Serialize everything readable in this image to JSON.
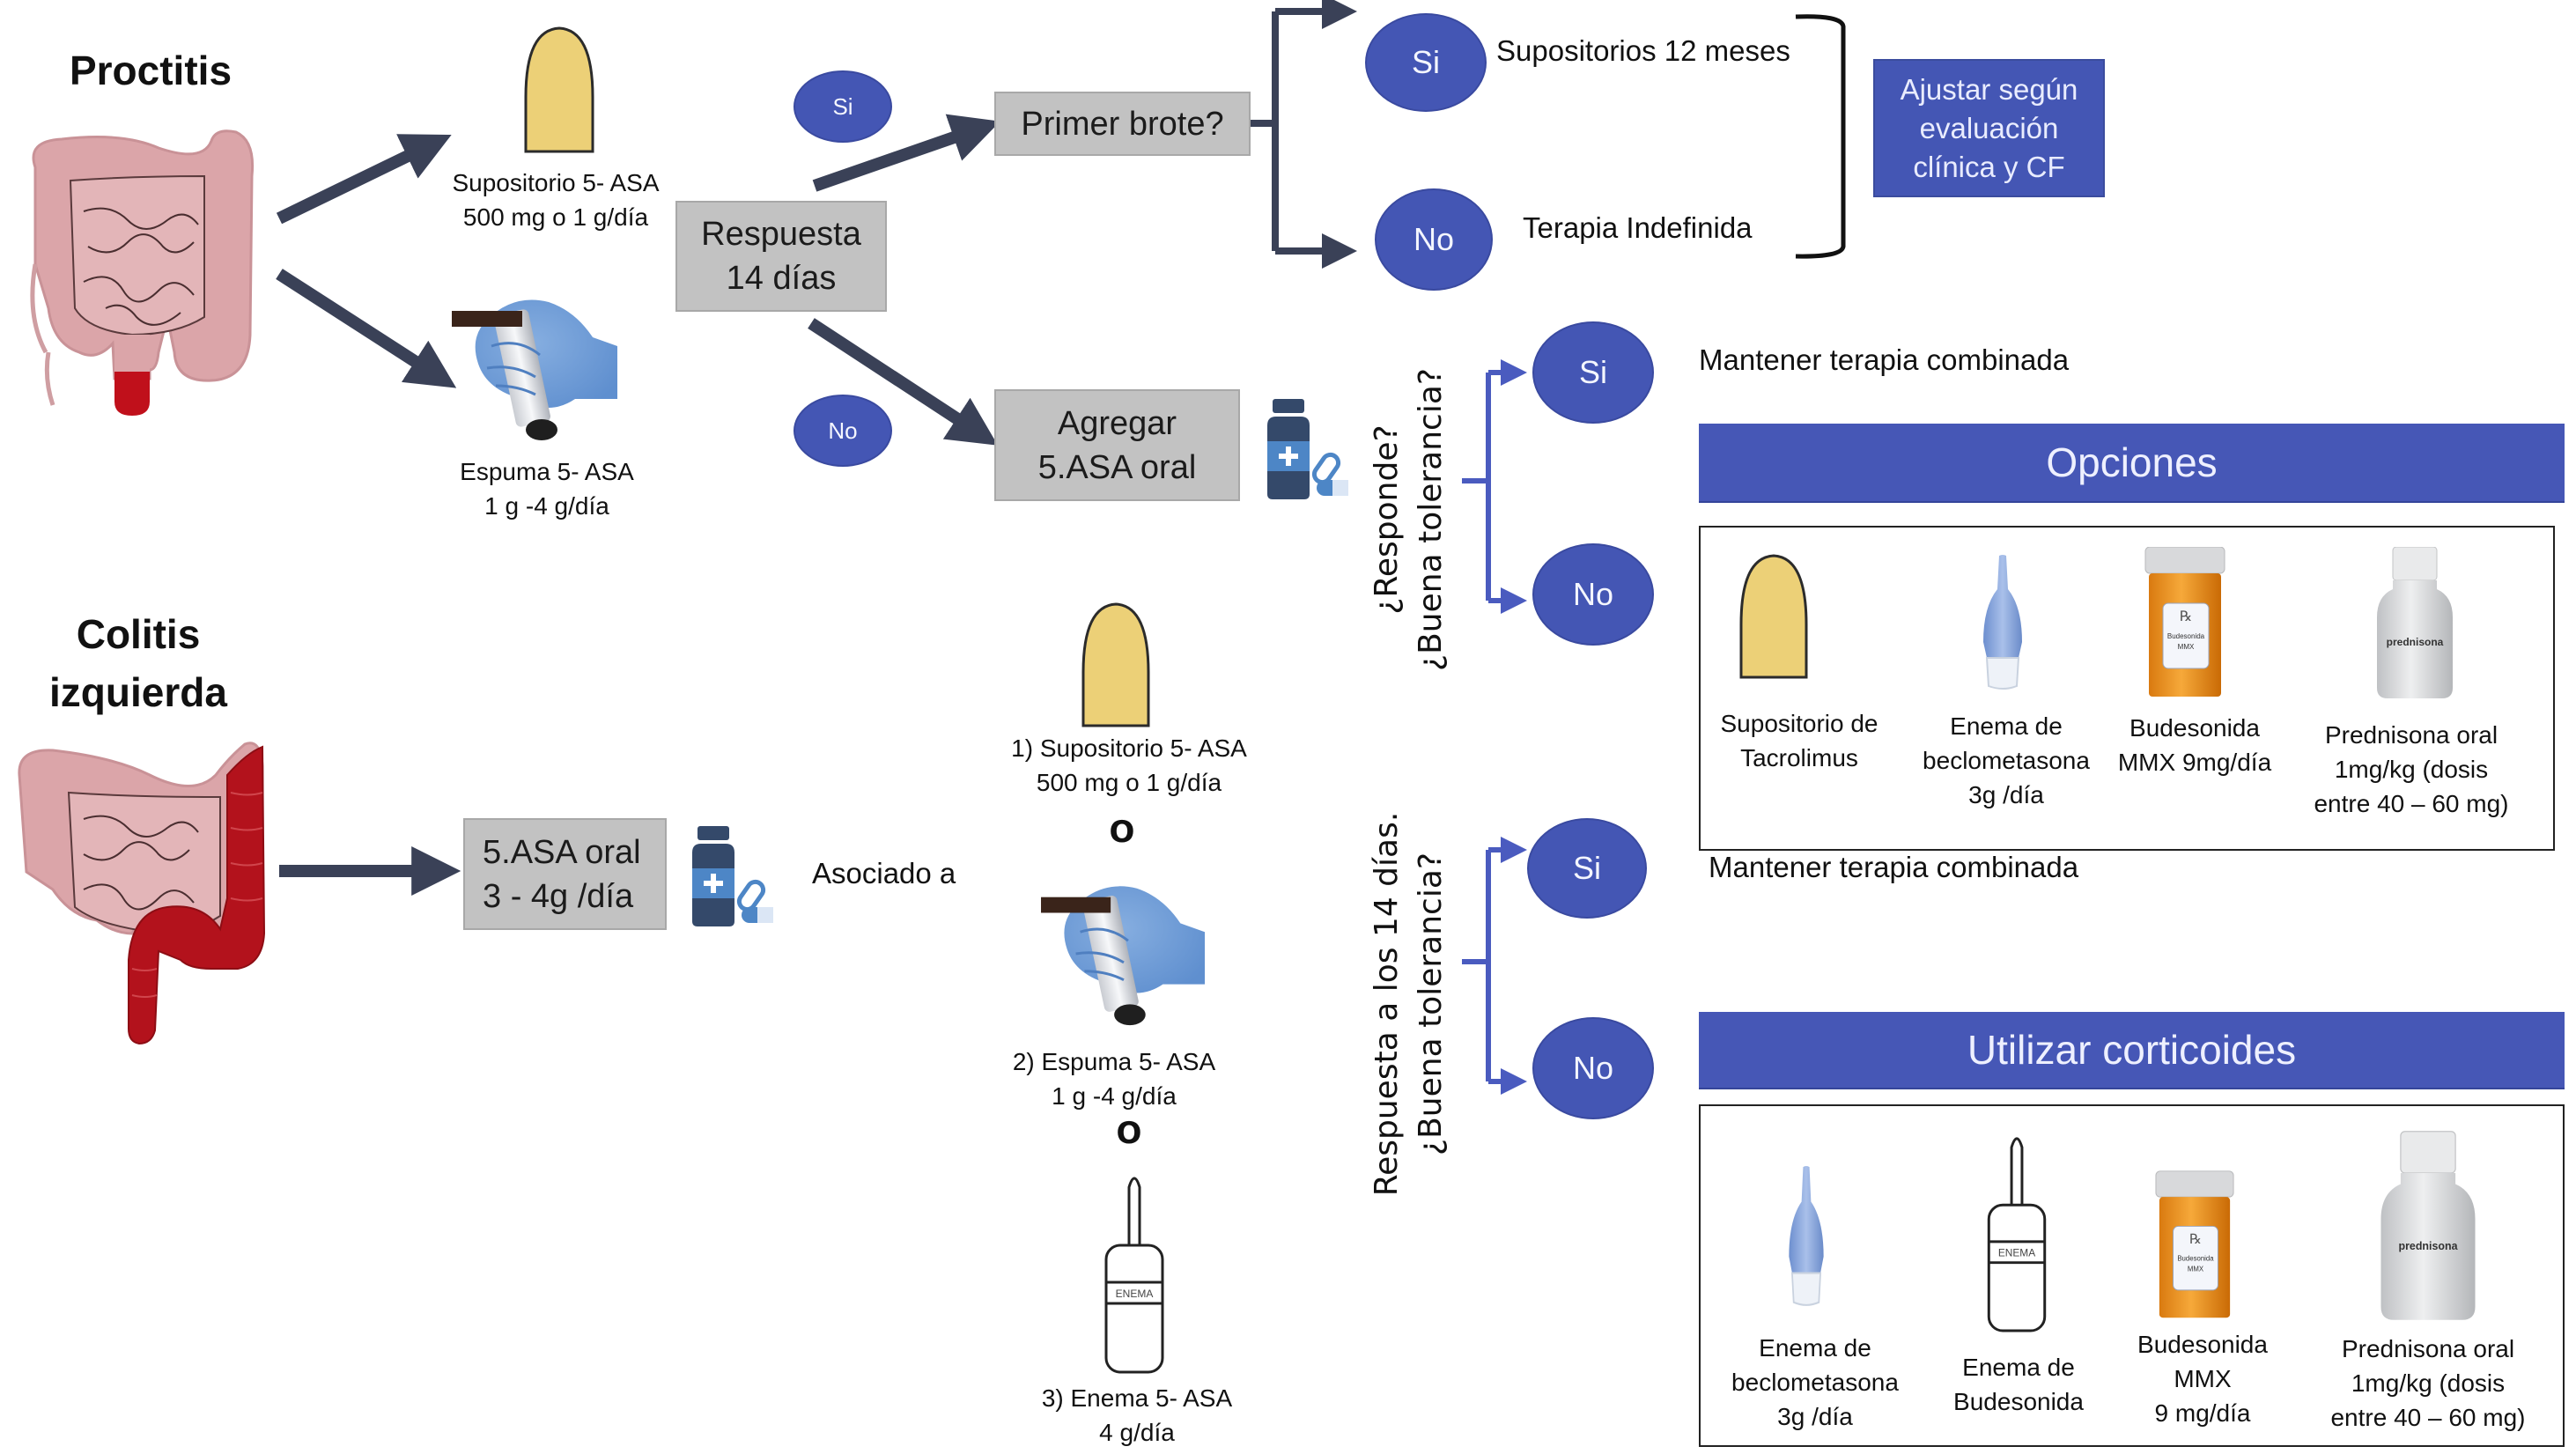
{
  "colors": {
    "node_blue": "#4456b4",
    "band_blue": "#4657b6",
    "gray_box": "#c2c2c2",
    "arrow_dark": "#3a4157",
    "bracket_blue": "#4a5bbf",
    "suppository_yellow": "#ecd077",
    "colon_pink": "#dca4a8",
    "inflamed_red": "#b3121c"
  },
  "proctitis": {
    "title": "Proctitis",
    "options": [
      {
        "icon": "suppository-icon",
        "line1": "Supositorio  5- ASA",
        "line2": "500 mg o 1 g/día"
      },
      {
        "icon": "foam-applicator-icon",
        "line1": "Espuma  5- ASA",
        "line2": "1 g -4 g/día"
      }
    ],
    "response_box": {
      "line1": "Respuesta",
      "line2": "14 días"
    },
    "yes_label": "Si",
    "no_label": "No",
    "first_flare_box": "Primer brote?",
    "first_flare_yes": {
      "label": "Si",
      "text": "Supositorios 12 meses"
    },
    "first_flare_no": {
      "label": "No",
      "text": "Terapia Indefinida"
    },
    "adjust_box": {
      "line1": "Ajustar según",
      "line2": "evaluación",
      "line3": "clínica y CF"
    },
    "add_box": {
      "line1": "Agregar",
      "line2": "5.ASA oral"
    },
    "question": {
      "line1": "¿Responde?",
      "line2": "¿Buena tolerancia?"
    },
    "q_yes": {
      "label": "Si",
      "text": "Mantener terapia combinada"
    },
    "q_no": {
      "label": "No"
    },
    "options_header": "Opciones",
    "options_items": [
      {
        "icon": "suppository-icon",
        "lines": [
          "Supositorio de",
          "Tacrolimus"
        ]
      },
      {
        "icon": "enema-bulb-icon",
        "lines": [
          "Enema  de",
          "beclometasona",
          "3g /día"
        ]
      },
      {
        "icon": "pill-bottle-icon",
        "bottle_label": [
          "Budesonida",
          "MMX"
        ],
        "lines": [
          "Budesonida",
          "MMX 9mg/día"
        ]
      },
      {
        "icon": "white-bottle-icon",
        "bottle_label": [
          "prednisona"
        ],
        "lines": [
          "Prednisona oral",
          "1mg/kg (dosis",
          "entre 40 – 60 mg)"
        ]
      }
    ]
  },
  "colitis": {
    "title_line1": "Colitis",
    "title_line2": "izquierda",
    "oral_box": {
      "line1": "5.ASA oral",
      "line2": "3 - 4g /día"
    },
    "associated": "Asociado a",
    "options": [
      {
        "icon": "suppository-icon",
        "line1": "1) Supositorio  5- ASA",
        "line2": "500 mg o 1 g/día"
      },
      {
        "icon": "foam-applicator-icon",
        "line1": "2) Espuma  5- ASA",
        "line2": "1 g -4 g/día"
      },
      {
        "icon": "enema-icon",
        "enema_label": "ENEMA",
        "line1": "3) Enema   5- ASA",
        "line2": "4 g/día"
      }
    ],
    "or_label": "O",
    "question": {
      "line1": "Respuesta a los 14 días.",
      "line2": "¿Buena tolerancia?"
    },
    "q_yes": {
      "label": "Si",
      "text": "Mantener terapia combinada"
    },
    "q_no": {
      "label": "No"
    },
    "steroid_header": "Utilizar corticoides",
    "steroid_items": [
      {
        "icon": "enema-bulb-icon",
        "lines": [
          "Enema  de",
          "beclometasona",
          "3g /día"
        ]
      },
      {
        "icon": "enema-icon",
        "enema_label": "ENEMA",
        "lines": [
          "Enema de",
          "Budesonida"
        ]
      },
      {
        "icon": "pill-bottle-icon",
        "bottle_label": [
          "Budesonida",
          "MMX"
        ],
        "lines": [
          "Budesonida",
          "MMX",
          "9 mg/día"
        ]
      },
      {
        "icon": "white-bottle-icon",
        "bottle_label": [
          "prednisona"
        ],
        "lines": [
          "Prednisona oral",
          "1mg/kg (dosis",
          "entre 40 – 60 mg)"
        ]
      }
    ]
  }
}
